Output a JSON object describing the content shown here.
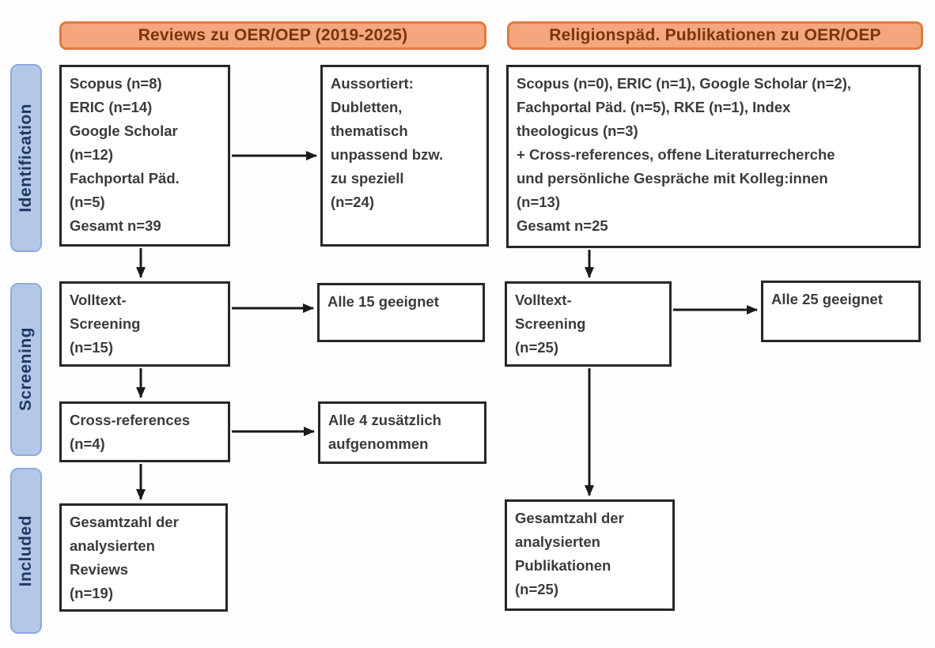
{
  "headers": {
    "left": {
      "label": "Reviews zu OER/OEP (2019-2025)"
    },
    "right": {
      "label": "Religionspäd. Publikationen zu OER/OEP"
    }
  },
  "stages": {
    "identification": {
      "label": "Identification"
    },
    "screening": {
      "label": "Screening"
    },
    "included": {
      "label": "Included"
    }
  },
  "boxes": {
    "reviews_sources": {
      "text": "Scopus (n=8)\nERIC (n=14)\nGoogle Scholar\n(n=12)\nFachportal Päd.\n(n=5)\nGesamt n=39"
    },
    "reviews_excluded": {
      "text": "Aussortiert:\nDubletten,\nthematisch\nunpassend bzw.\nzu speziell\n(n=24)"
    },
    "relpaed_sources": {
      "text": "Scopus (n=0), ERIC (n=1), Google Scholar (n=2),\nFachportal Päd. (n=5), RKE (n=1), Index\ntheologicus (n=3)\n+ Cross-references, offene Literaturrecherche\nund persönliche Gespräche mit Kolleg:innen\n(n=13)\nGesamt n=25"
    },
    "reviews_fulltext": {
      "text": "Volltext-\nScreening\n(n=15)"
    },
    "reviews_eligible": {
      "text": "Alle 15 geeignet"
    },
    "relpaed_fulltext": {
      "text": "Volltext-\nScreening\n(n=25)"
    },
    "relpaed_eligible": {
      "text": "Alle 25 geeignet"
    },
    "reviews_crossref": {
      "text": "Cross-references\n(n=4)"
    },
    "reviews_crossref_added": {
      "text": "Alle 4 zusätzlich\naufgenommen"
    },
    "reviews_included": {
      "text": "Gesamtzahl der\nanalysierten\nReviews\n(n=19)"
    },
    "relpaed_included": {
      "text": "Gesamtzahl der\nanalysierten\nPublikationen\n(n=25)"
    }
  },
  "colors": {
    "canvas_bg": "#fdfdfd",
    "header_fill": "#F4A77C",
    "header_border": "#E0793F",
    "header_text": "#7C330F",
    "stage_fill": "#B4C7E7",
    "stage_border": "#8FAADC",
    "stage_text": "#1F3864",
    "box_border": "#272727",
    "box_text": "#3B3B3B",
    "arrow": "#1A1A1A"
  }
}
